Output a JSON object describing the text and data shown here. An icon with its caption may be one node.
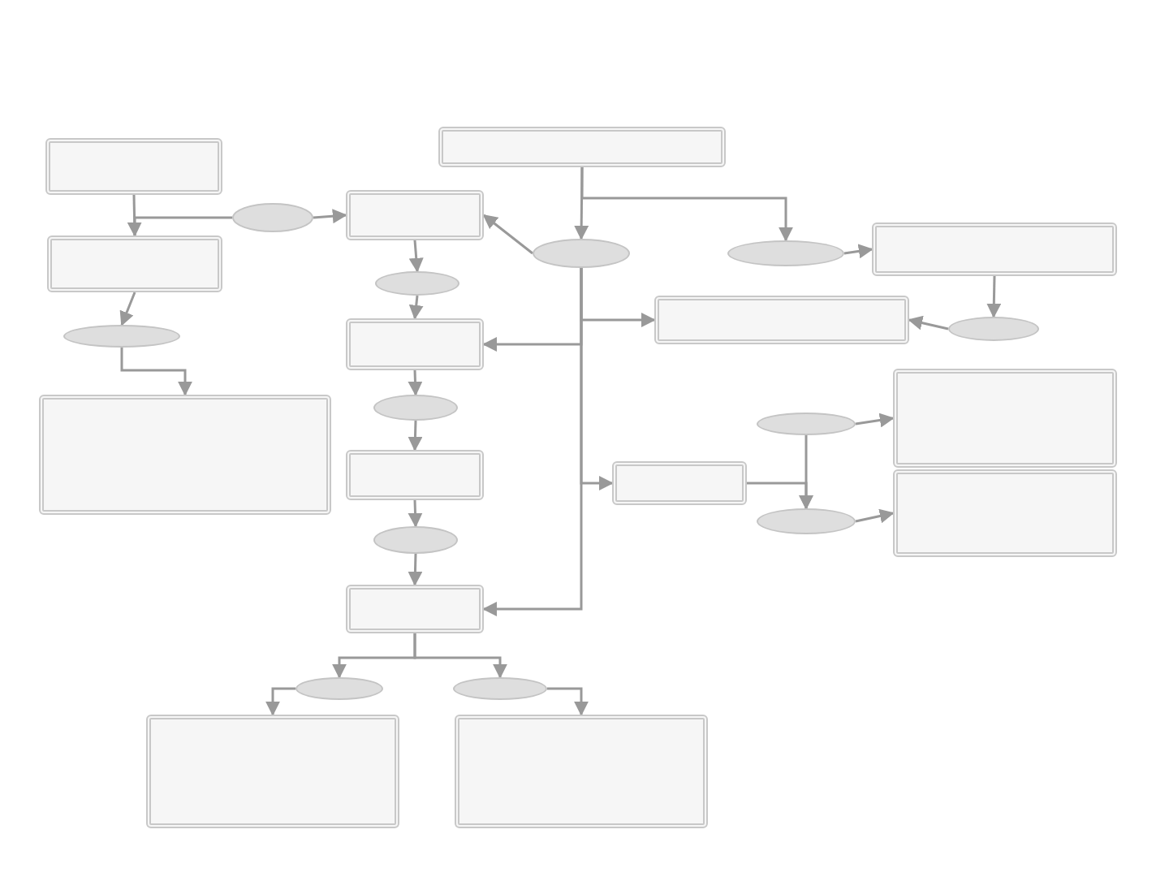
{
  "diagram": {
    "nodes": [
      {
        "text": [],
        "shape": "box"
      },
      {
        "text": [],
        "shape": "box"
      },
      {
        "text": [],
        "shape": "box"
      },
      {
        "text": [],
        "shape": "ellipse"
      },
      {
        "text": [],
        "shape": "box"
      },
      {
        "text": [],
        "shape": "box"
      },
      {
        "text": [],
        "shape": "ellipse"
      },
      {
        "text": [],
        "shape": "ellipse"
      },
      {
        "text": [],
        "shape": "ellipse"
      },
      {
        "text": [],
        "shape": "box"
      },
      {
        "text": [],
        "shape": "ellipse"
      },
      {
        "text": [],
        "shape": "box"
      },
      {
        "text": [],
        "shape": "ellipse"
      },
      {
        "text": [],
        "shape": "box"
      },
      {
        "text": [],
        "shape": "box"
      },
      {
        "text": [],
        "shape": "ellipse"
      },
      {
        "text": [],
        "shape": "ellipse"
      },
      {
        "text": [],
        "shape": "box"
      },
      {
        "text": [],
        "shape": "box"
      },
      {
        "text": [],
        "shape": "box"
      },
      {
        "text": [],
        "shape": "ellipse"
      },
      {
        "text": [],
        "shape": "ellipse"
      },
      {
        "text": [],
        "shape": "box"
      },
      {
        "text": [],
        "shape": "ellipse"
      },
      {
        "text": [],
        "shape": "ellipse"
      },
      {
        "text": [],
        "shape": "box"
      },
      {
        "text": [],
        "shape": "box"
      }
    ],
    "edges": [
      {
        "from": 1,
        "to": 5,
        "arrow": "to"
      },
      {
        "from": 3,
        "to": 5,
        "arrow": "none"
      },
      {
        "from": 3,
        "to": 2,
        "arrow": "to"
      },
      {
        "from": 5,
        "to": 12,
        "arrow": "to"
      },
      {
        "from": 12,
        "to": 14,
        "arrow": "to"
      },
      {
        "from": 0,
        "to": 6,
        "arrow": "to"
      },
      {
        "from": 0,
        "to": 7,
        "arrow": "to"
      },
      {
        "from": 7,
        "to": 4,
        "arrow": "to"
      },
      {
        "from": 4,
        "to": 10,
        "arrow": "to"
      },
      {
        "from": 10,
        "to": 9,
        "arrow": "to"
      },
      {
        "from": 6,
        "to": 2,
        "arrow": "to"
      },
      {
        "from": 6,
        "to": 9,
        "arrow": "to"
      },
      {
        "from": 6,
        "to": 11,
        "arrow": "to"
      },
      {
        "from": 6,
        "to": 18,
        "arrow": "to"
      },
      {
        "from": 6,
        "to": 22,
        "arrow": "to"
      },
      {
        "from": 2,
        "to": 8,
        "arrow": "to"
      },
      {
        "from": 8,
        "to": 11,
        "arrow": "to"
      },
      {
        "from": 11,
        "to": 15,
        "arrow": "to"
      },
      {
        "from": 15,
        "to": 17,
        "arrow": "to"
      },
      {
        "from": 17,
        "to": 21,
        "arrow": "to"
      },
      {
        "from": 21,
        "to": 22,
        "arrow": "to"
      },
      {
        "from": 22,
        "to": 23,
        "arrow": "to"
      },
      {
        "from": 22,
        "to": 24,
        "arrow": "to"
      },
      {
        "from": 23,
        "to": 25,
        "arrow": "to"
      },
      {
        "from": 24,
        "to": 26,
        "arrow": "to"
      },
      {
        "from": 16,
        "to": 20,
        "arrow": "to"
      },
      {
        "from": 18,
        "to": 20,
        "arrow": "to"
      },
      {
        "from": 16,
        "to": 13,
        "arrow": "to"
      },
      {
        "from": 20,
        "to": 19,
        "arrow": "to"
      }
    ]
  }
}
